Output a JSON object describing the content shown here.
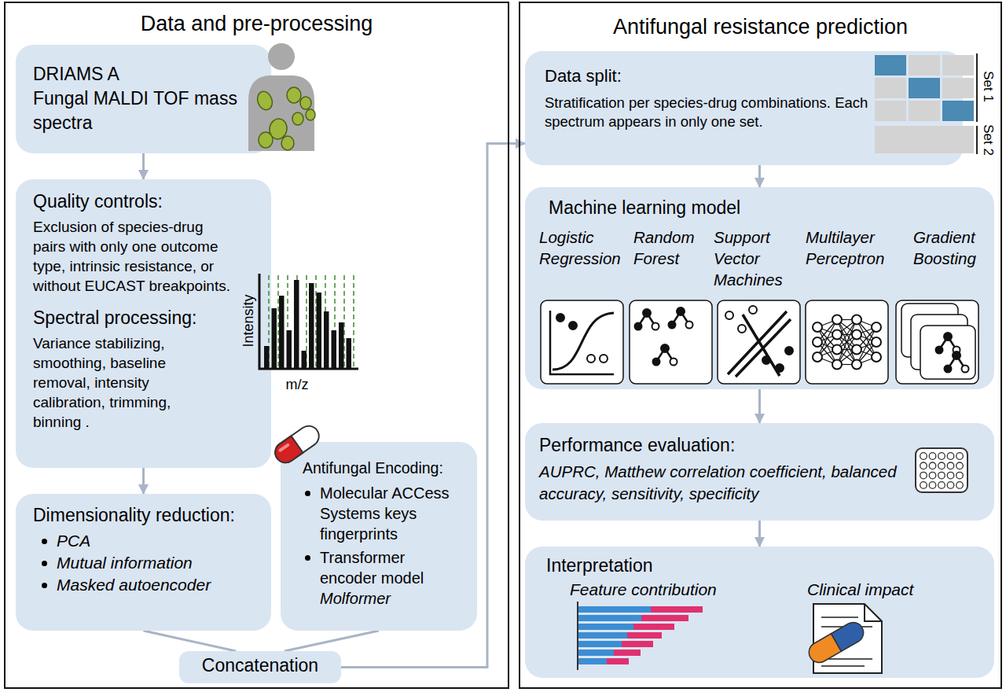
{
  "diagram": {
    "nodes": [
      {
        "text": [
          "Data and pre-processing"
        ]
      },
      {
        "text": [
          "DRIAMS A",
          "Fungal MALDI TOF mass spectra"
        ],
        "in": 0
      },
      {
        "text": [
          "Quality controls:",
          "Exclusion of species-drug pairs with only one outcome type, intrinsic resistance, or without EUCAST breakpoints.",
          "Spectral processing:",
          "Variance stabilizing, smoothing, baseline removal, intensity calibration, trimming, binning ."
        ],
        "in": 0
      },
      {
        "text": [
          "Dimensionality reduction:",
          "PCA",
          "Mutual information",
          "Masked autoencoder"
        ],
        "in": 0
      },
      {
        "text": [
          "Antifungal Encoding:",
          "Molecular ACCess Systems keys fingerprints",
          "Transformer encoder model",
          "Molformer"
        ],
        "in": 0
      },
      {
        "text": [
          "Concatenation"
        ],
        "in": 0
      },
      {
        "text": [
          "Antifungal resistance prediction"
        ]
      },
      {
        "text": [
          "Data split:",
          "Stratification per species-drug combinations. Each spectrum appears in only one set."
        ],
        "in": 6
      },
      {
        "text": [
          "Machine learning model",
          "Logistic Regression",
          "Random Forest",
          "Support Vector Machines",
          "Multilayer Perceptron",
          "Gradient Boosting"
        ],
        "in": 6
      },
      {
        "text": [
          "Performance evaluation:",
          "AUPRC, Matthew correlation coefficient, balanced accuracy, sensitivity, specificity"
        ],
        "in": 6
      },
      {
        "text": [
          "Interpretation",
          "Feature contribution",
          "Clinical impact"
        ],
        "in": 6
      }
    ],
    "edges": [
      {
        "from": 1,
        "to": 2,
        "arrow": "to"
      },
      {
        "from": 2,
        "to": 3,
        "arrow": "to"
      },
      {
        "from": 3,
        "to": 5,
        "arrow": "none"
      },
      {
        "from": 4,
        "to": 5,
        "arrow": "none"
      },
      {
        "from": 5,
        "to": 7,
        "arrow": "to"
      },
      {
        "from": 7,
        "to": 8,
        "arrow": "to"
      },
      {
        "from": 8,
        "to": 9,
        "arrow": "to"
      },
      {
        "from": 9,
        "to": 10,
        "arrow": "to"
      }
    ],
    "labels": [
      "Intensity",
      "m/z",
      "Set 1",
      "Set 2"
    ]
  }
}
